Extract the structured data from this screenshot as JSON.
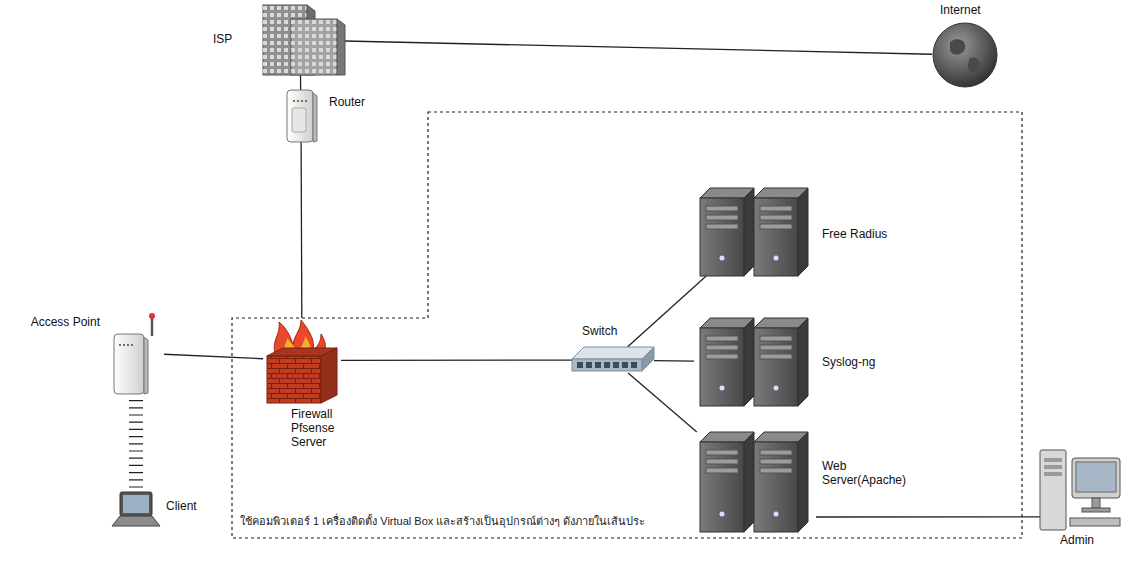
{
  "diagram": {
    "nodes": [
      {
        "text": [
          "ISP"
        ]
      },
      {
        "text": [
          "Internet"
        ]
      },
      {
        "text": [
          "Router"
        ]
      },
      {
        "text": [
          "Access Point"
        ]
      },
      {
        "text": [
          "ใช้คอมพิวเตอร์ 1 เครื่องติดตั้ง Virtual Box และสร้างเป็นอุปกรณ์ต่างๆ ดังภายในเส้นประ"
        ]
      },
      {
        "text": [
          "Firewall Pfsense Server"
        ],
        "in": 4
      },
      {
        "text": [
          "Switch"
        ],
        "in": 4
      },
      {
        "text": [
          "Free Radius"
        ],
        "in": 4
      },
      {
        "text": [
          "Syslog-ng"
        ],
        "in": 4
      },
      {
        "text": [
          "Web Server(Apache)"
        ],
        "in": 4
      },
      {
        "text": [
          "Client"
        ]
      },
      {
        "text": [
          "Admin"
        ]
      }
    ],
    "edges": [
      {
        "from": 0,
        "to": 1,
        "arrow": "none"
      },
      {
        "from": 0,
        "to": 2,
        "arrow": "none"
      },
      {
        "from": 2,
        "to": 5,
        "arrow": "none"
      },
      {
        "from": 3,
        "to": 5,
        "arrow": "none"
      },
      {
        "from": 5,
        "to": 6,
        "arrow": "none"
      },
      {
        "from": 6,
        "to": 7,
        "arrow": "none"
      },
      {
        "from": 6,
        "to": 8,
        "arrow": "none"
      },
      {
        "from": 6,
        "to": 9,
        "arrow": "none"
      },
      {
        "from": 9,
        "to": 11,
        "arrow": "none"
      },
      {
        "from": 3,
        "to": 10,
        "arrow": "none"
      }
    ]
  }
}
